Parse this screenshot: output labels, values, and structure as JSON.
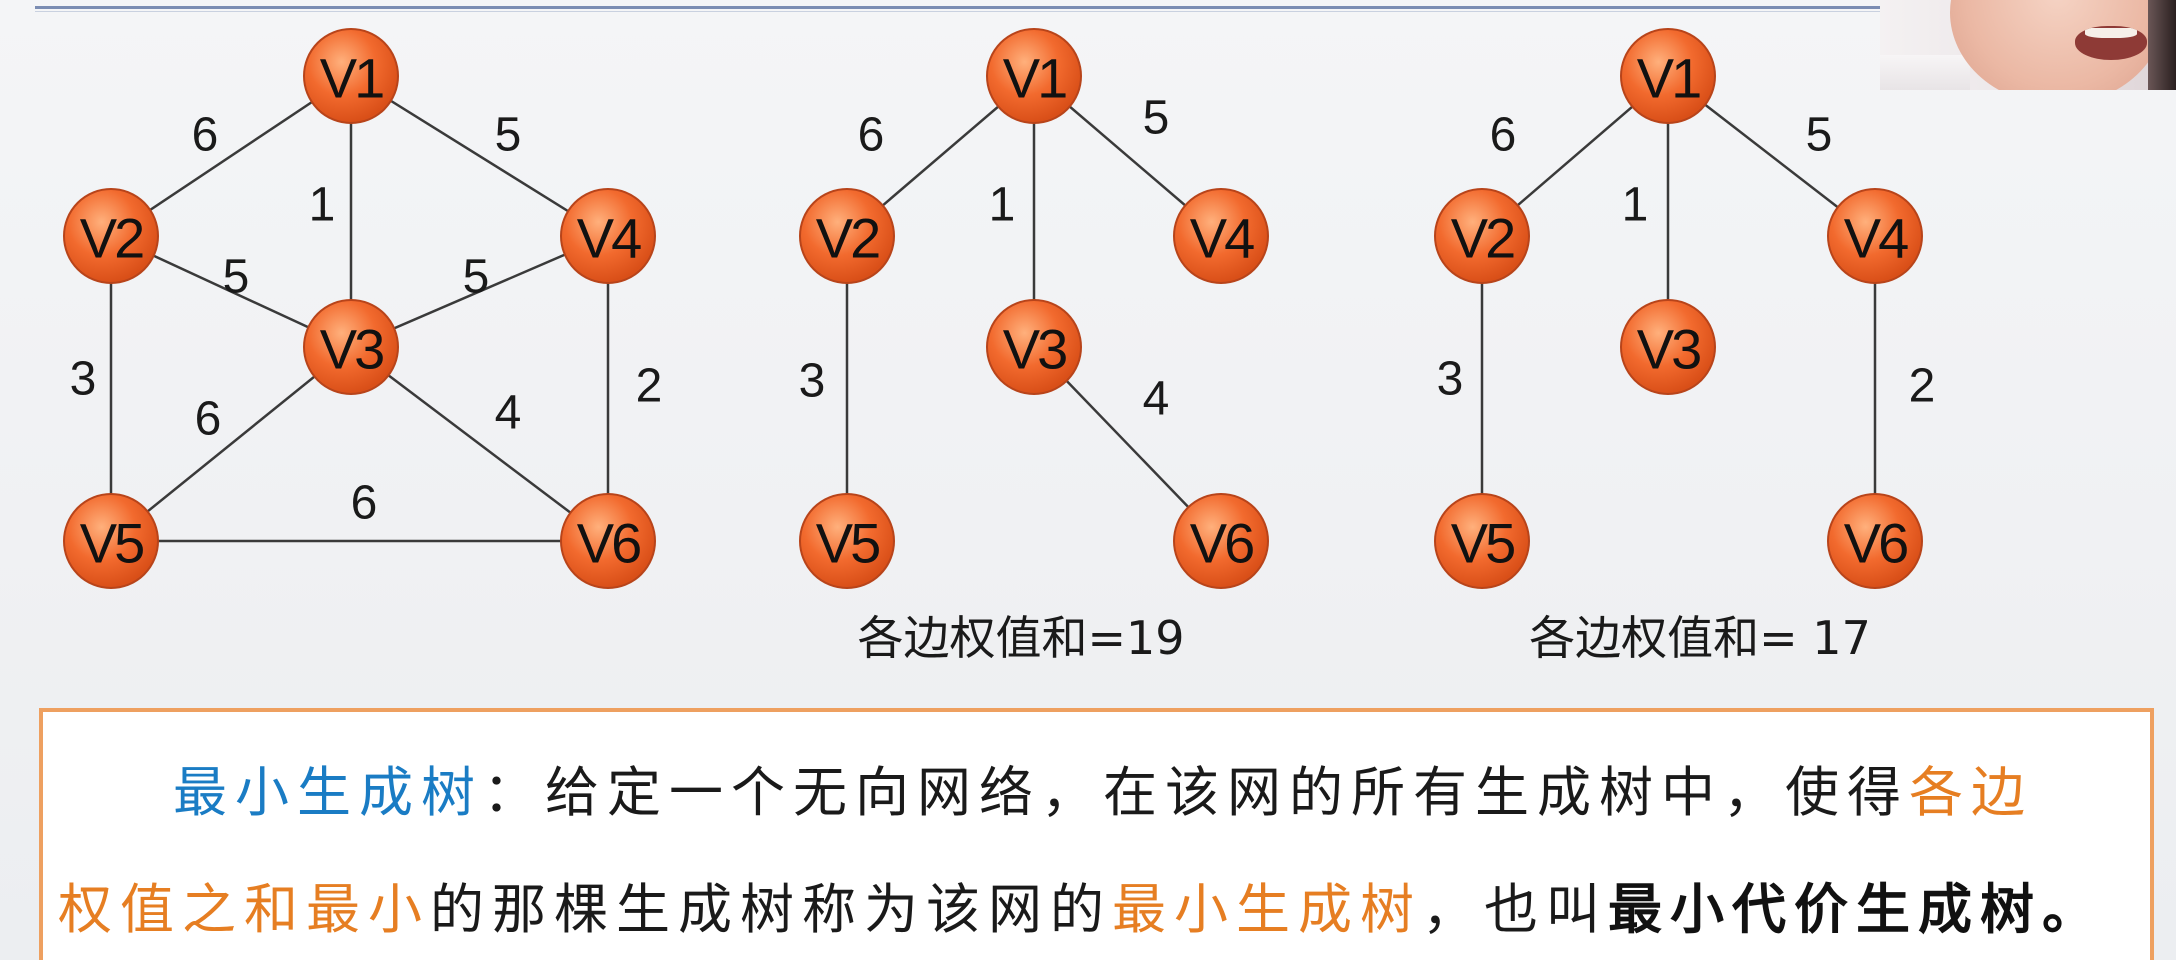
{
  "colors": {
    "page_background": "#f0f1f3",
    "node_highlight": "#ffb07c",
    "node_fill": "#f26a2e",
    "node_edge": "#d94f18",
    "node_outline": "#b8441a",
    "edge_line": "#3a3a3a",
    "term_blue": "#1a7cc4",
    "highlight_orange": "#e67e22",
    "text": "#1a1a1a",
    "box_border": "#eea060",
    "top_rule": "#7b8db3"
  },
  "graphs": [
    {
      "nodes": [
        "V1",
        "V2",
        "V3",
        "V4",
        "V5",
        "V6"
      ],
      "edges": [
        {
          "a": 0,
          "b": 1,
          "weight": 6
        },
        {
          "a": 0,
          "b": 3,
          "weight": 5
        },
        {
          "a": 0,
          "b": 2,
          "weight": 1
        },
        {
          "a": 1,
          "b": 2,
          "weight": 5
        },
        {
          "a": 2,
          "b": 3,
          "weight": 5
        },
        {
          "a": 1,
          "b": 4,
          "weight": 3
        },
        {
          "a": 2,
          "b": 4,
          "weight": 6
        },
        {
          "a": 2,
          "b": 5,
          "weight": 4
        },
        {
          "a": 3,
          "b": 5,
          "weight": 2
        },
        {
          "a": 4,
          "b": 5,
          "weight": 6
        }
      ]
    },
    {
      "nodes": [
        "V1",
        "V2",
        "V3",
        "V4",
        "V5",
        "V6"
      ],
      "edges": [
        {
          "a": 0,
          "b": 1,
          "weight": 6
        },
        {
          "a": 0,
          "b": 3,
          "weight": 5
        },
        {
          "a": 0,
          "b": 2,
          "weight": 1
        },
        {
          "a": 1,
          "b": 4,
          "weight": 3
        },
        {
          "a": 2,
          "b": 5,
          "weight": 4
        }
      ],
      "caption": "各边权值和=19"
    },
    {
      "nodes": [
        "V1",
        "V2",
        "V3",
        "V4",
        "V5",
        "V6"
      ],
      "edges": [
        {
          "a": 0,
          "b": 1,
          "weight": 6
        },
        {
          "a": 0,
          "b": 3,
          "weight": 5
        },
        {
          "a": 0,
          "b": 2,
          "weight": 1
        },
        {
          "a": 1,
          "b": 4,
          "weight": 3
        },
        {
          "a": 3,
          "b": 5,
          "weight": 2
        }
      ],
      "caption": "各边权值和= 17"
    }
  ],
  "definition": {
    "term": "最小生成树",
    "text1": "：给定一个无向网络，在该网的所有生成树中，使得",
    "highlight1": "各边",
    "highlight2": "权值之和最小",
    "text2": "的那棵生成树称为该网的",
    "highlight3": "最小生成树",
    "text3": "，也叫",
    "emphasis": "最小代价生成树。"
  }
}
